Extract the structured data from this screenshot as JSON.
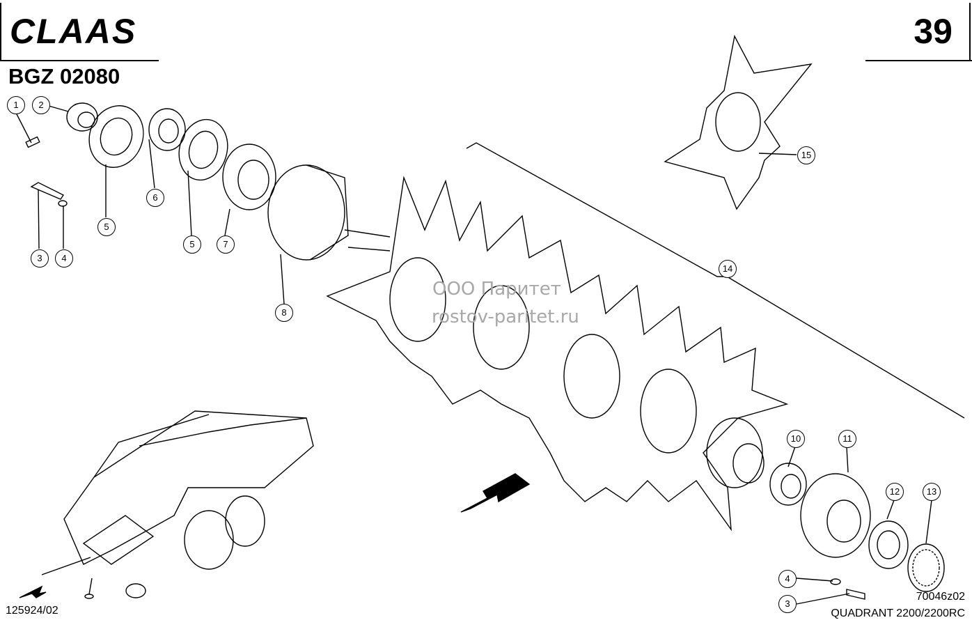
{
  "header": {
    "brand": "CLAAS",
    "page_number": "39",
    "reference": "BGZ 02080"
  },
  "footer": {
    "left_code": "125924/02",
    "figure_code": "70046z02",
    "model": "QUADRANT 2200/2200RC"
  },
  "watermark": {
    "line1": "ООО Паритет",
    "line2": "rostov-paritet.ru"
  },
  "callouts": [
    "1",
    "2",
    "3",
    "4",
    "5",
    "6",
    "5",
    "7",
    "8",
    "15",
    "14",
    "10",
    "11",
    "12",
    "13",
    "4",
    "3"
  ]
}
